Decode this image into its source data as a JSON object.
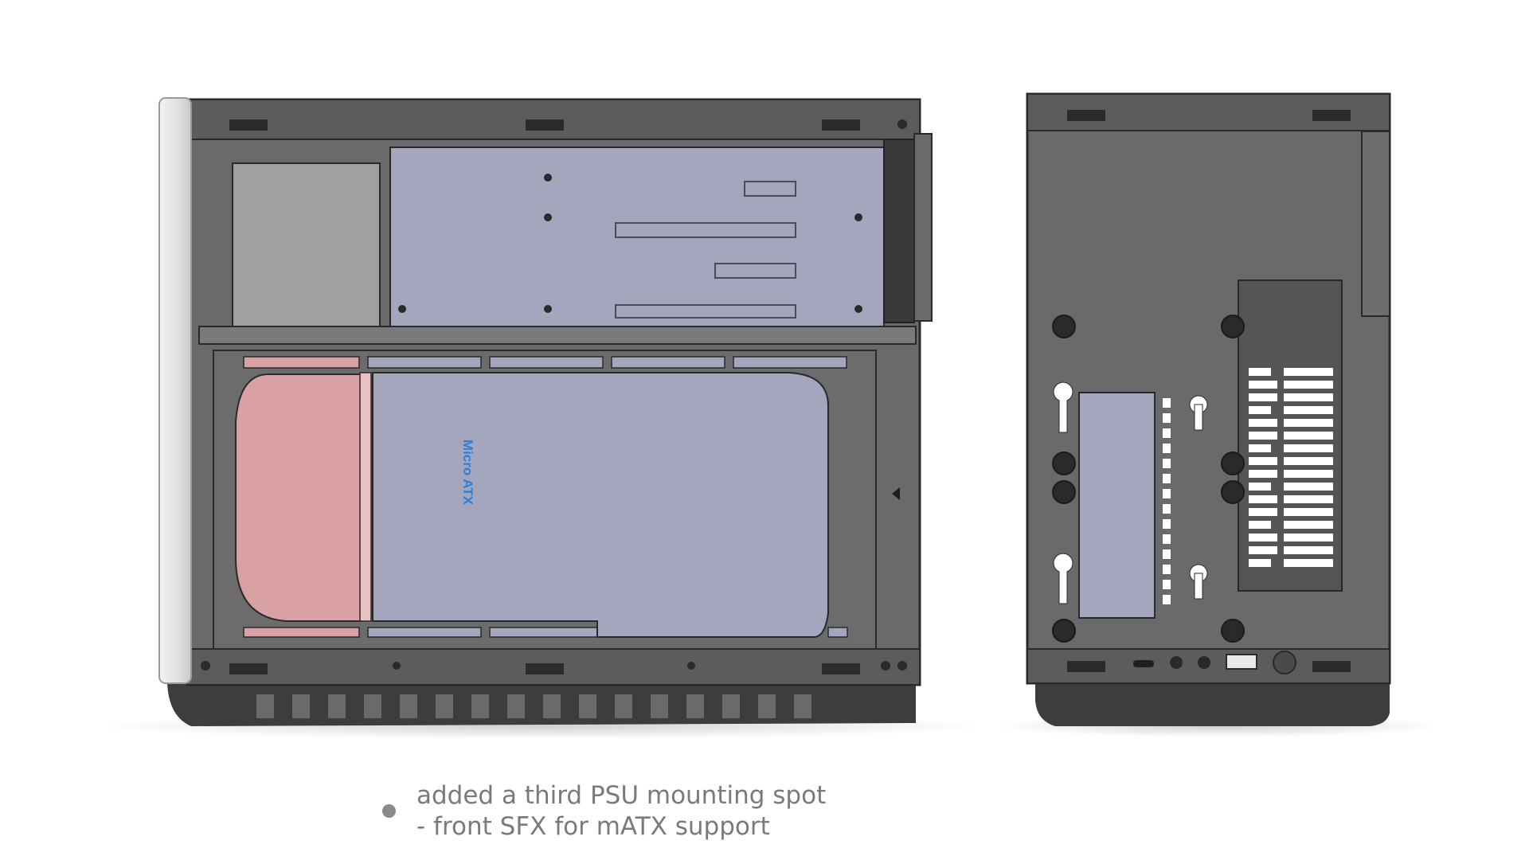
{
  "labels": {
    "board_form_factor": "Micro ATX"
  },
  "caption": {
    "line1": "added a third PSU mounting spot",
    "line2": "- front SFX for mATX support"
  },
  "colors": {
    "chassis": "#6a6a6a",
    "chassis_dark": "#3a3a3a",
    "frame_border": "#2a2a2a",
    "front_panel": "#e6e6e6",
    "motherboard": "#a3a6bd",
    "psu_highlight": "#d9a1a3",
    "feet": "#3d3d3d",
    "label_blue": "#2f7fd6",
    "caption_text": "#7a7a7a"
  }
}
